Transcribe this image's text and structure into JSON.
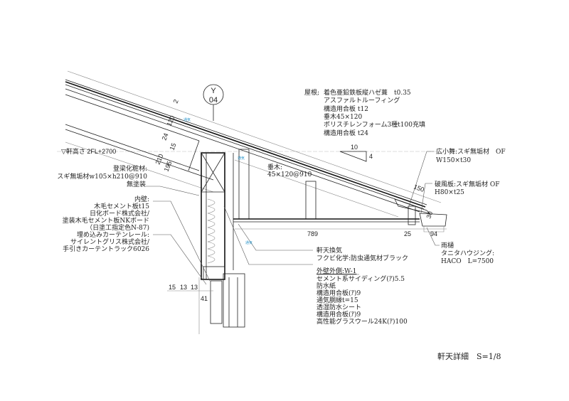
{
  "title": "軒天詳細　S=1/8",
  "grid_ref": {
    "top": "Y",
    "bottom": "04"
  },
  "eave_height": "▽軒高さ 2FL+2700",
  "roof": {
    "label": "屋根;",
    "lines": [
      "着色亜鉛鉄板縦ハゼ葺　t0.35",
      "アスファルトルーフィング",
      "構造用合板 t12",
      "垂木45×120",
      "ポリスチレンフォーム3種t100充填",
      "構造用合板 t24"
    ]
  },
  "slope": {
    "run": "10",
    "rise": "4"
  },
  "rafter_beam": {
    "lines": [
      "登梁化粧材:",
      "スギ無垢材w105×h210@910",
      "無塗装"
    ]
  },
  "inner_wall": {
    "lines": [
      "内壁:",
      "木毛セメント板t15",
      "日化ボード株式会社/",
      "塗装木毛セメント板NKボード",
      "（日塗工指定色N-87)",
      "埋め込みカーテンレール:",
      "サイレントグリス株式会社/",
      "手引きカーテントラック6026"
    ]
  },
  "rafter": {
    "lines": [
      "垂木:",
      "45×120@910"
    ]
  },
  "fascia_top": {
    "lines": [
      "広小舞:スギ無垢材　OF",
      "W150×t30"
    ]
  },
  "barge": {
    "lines": [
      "破風板:スギ無垢材 OF",
      "H80×t25"
    ]
  },
  "gutter": {
    "lines": [
      "雨樋",
      "タニタハウジング:",
      "HACO　L=7500"
    ]
  },
  "soffit_vent": {
    "lines": [
      "軒天換気",
      "フクビ化学:防虫通気材ブラック"
    ]
  },
  "outer_wall": {
    "lines": [
      "外壁外側:W-1",
      "セメント系サイディング(ｱ)5.5",
      "防水紙",
      "構造用合板(ｱ)9",
      "通気胴縁t=15",
      "透湿防水シート",
      "構造用合板(ｱ)9",
      "高性能グラスウール24K(ｱ)100"
    ]
  },
  "vent_tag": "通気",
  "dims": {
    "d2": "2",
    "d120": "120",
    "d24": "24",
    "d15": "15",
    "d210": "210",
    "d195": "195",
    "d789": "789",
    "d25": "25",
    "d94": "94",
    "d150": "150",
    "d30": "30",
    "w15": "15",
    "w13a": "13",
    "w13b": "13",
    "w41": "41"
  }
}
